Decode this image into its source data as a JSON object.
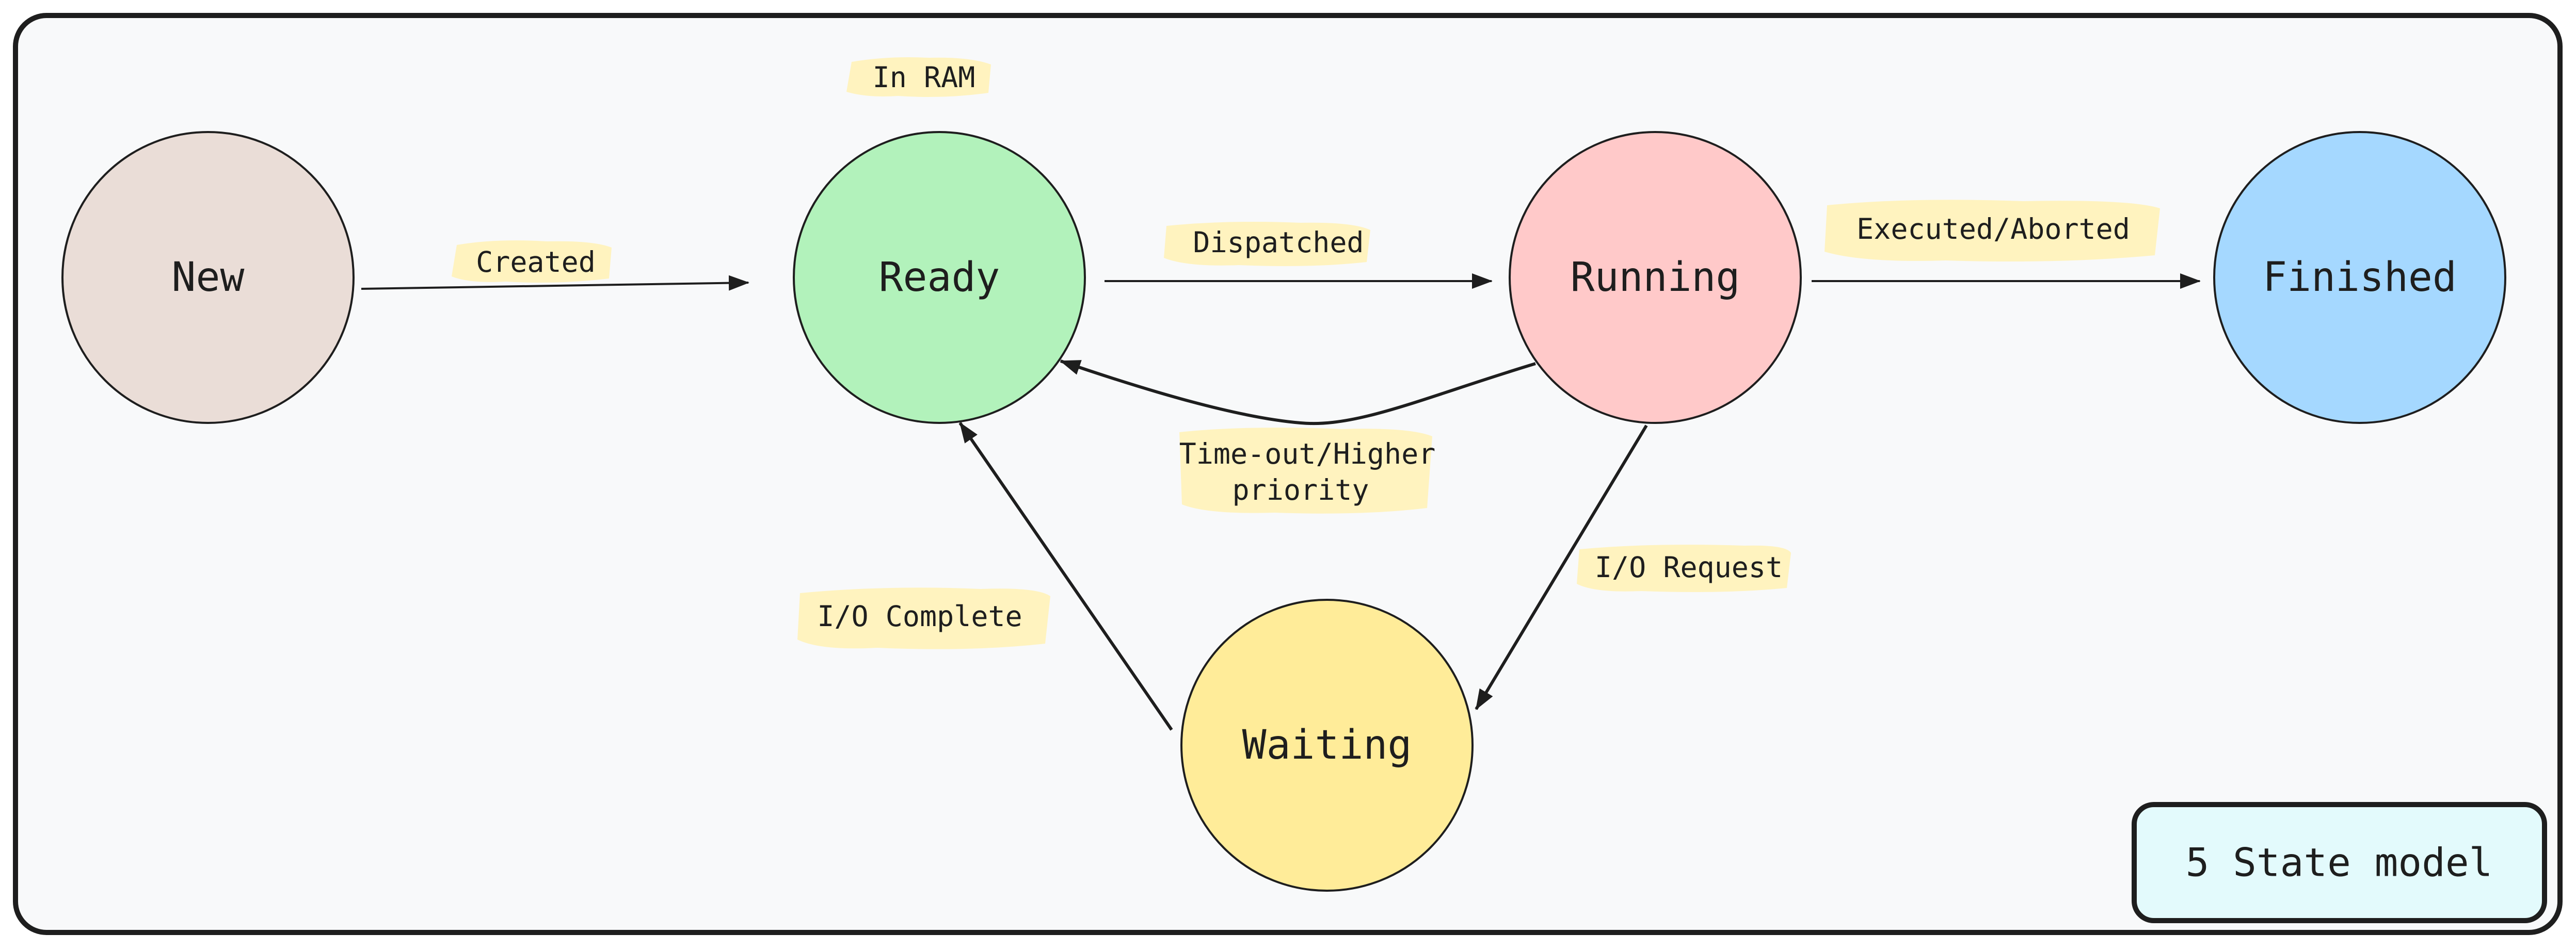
{
  "diagram": {
    "states": {
      "new": {
        "label": "New",
        "color": "#eaddd7"
      },
      "ready": {
        "label": "Ready",
        "color": "#b2f2bb"
      },
      "running": {
        "label": "Running",
        "color": "#ffc9c9"
      },
      "finished": {
        "label": "Finished",
        "color": "#a5d8ff"
      },
      "waiting": {
        "label": "Waiting",
        "color": "#ffec99"
      }
    },
    "notes": {
      "in_ram": "In RAM"
    },
    "transitions": {
      "created": "Created",
      "dispatched": "Dispatched",
      "executed_aborted": "Executed/Aborted",
      "timeout_line1": "Time-out/Higher",
      "timeout_line2": "priority",
      "io_request": "I/O Request",
      "io_complete": "I/O Complete"
    },
    "title": "5 State model",
    "colors": {
      "frame_border": "#1e1e1e",
      "frame_fill": "#f8f9fa",
      "label_highlight": "#fff3bf",
      "title_fill": "#e3fafc"
    }
  }
}
